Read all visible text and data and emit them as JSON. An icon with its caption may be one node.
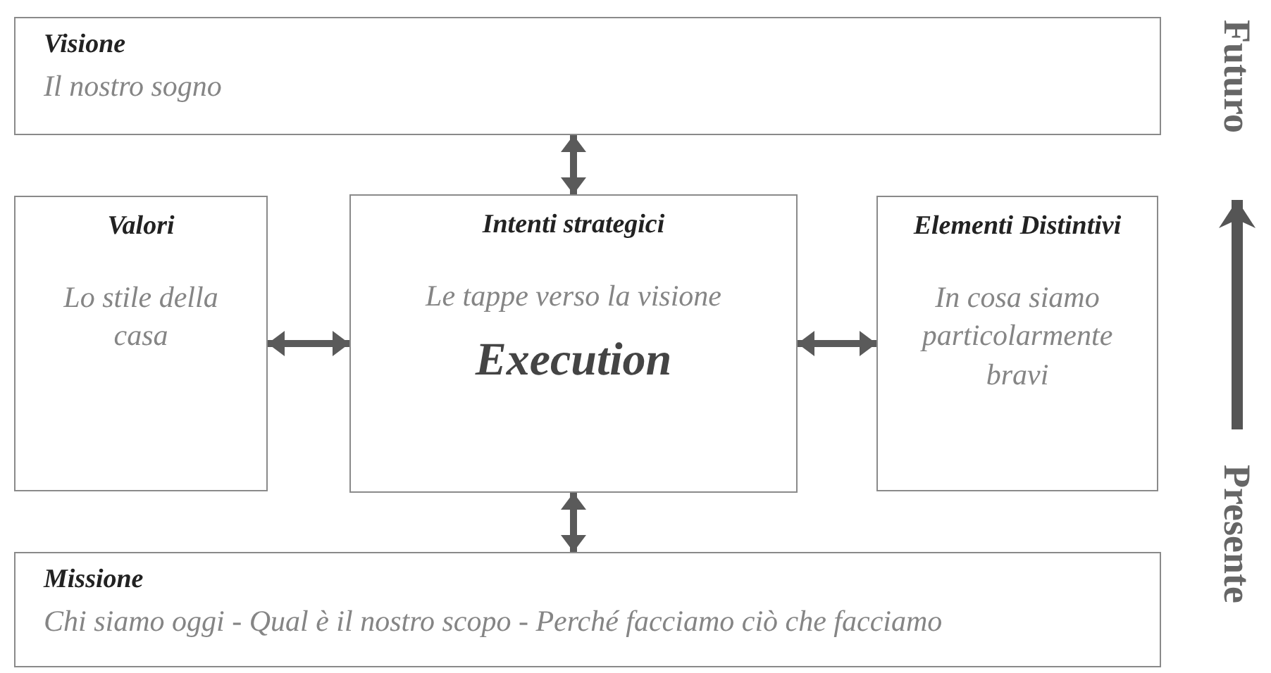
{
  "diagram": {
    "nodes": [
      {
        "text": [
          "Visione",
          "Il nostro sogno"
        ]
      },
      {
        "text": [
          "Valori",
          "Lo stile della casa"
        ]
      },
      {
        "text": [
          "Intenti strategici",
          "Le tappe verso la visione",
          "Execution"
        ]
      },
      {
        "text": [
          "Elementi Distintivi",
          "In cosa siamo particolarmente bravi"
        ]
      },
      {
        "text": [
          "Missione",
          "Chi siamo oggi - Qual è il nostro scopo - Perché facciamo ciò che facciamo"
        ]
      }
    ],
    "edges": [
      {
        "from": 0,
        "to": 2,
        "arrow": "both"
      },
      {
        "from": 1,
        "to": 2,
        "arrow": "both"
      },
      {
        "from": 2,
        "to": 3,
        "arrow": "both"
      },
      {
        "from": 2,
        "to": 4,
        "arrow": "both"
      }
    ],
    "labels": [
      "Futuro",
      "Presente"
    ]
  }
}
